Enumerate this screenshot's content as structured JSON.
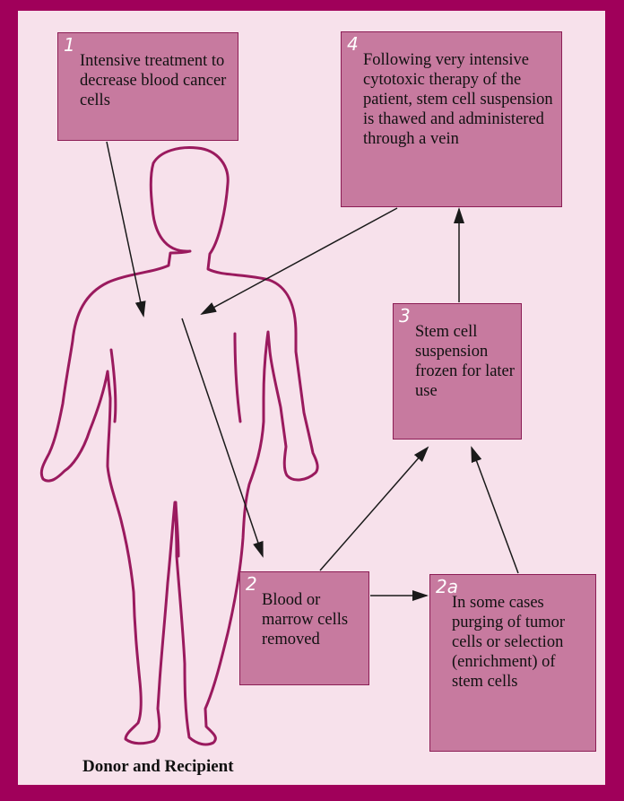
{
  "steps": [
    {
      "num": "1",
      "text": "Intensive treatment to decrease blood cancer cells"
    },
    {
      "num": "4",
      "text": "Following very intensive cytotoxic therapy of the patient, stem cell suspension is thawed and administered through a vein"
    },
    {
      "num": "3",
      "text": "Stem cell suspension frozen for later use"
    },
    {
      "num": "2",
      "text": "Blood or marrow cells removed"
    },
    {
      "num": "2a",
      "text": "In some cases purging of tumor cells or selection (enrichment) of stem cells"
    }
  ],
  "caption": "Donor and Recipient",
  "colors": {
    "frame": "#a0005a",
    "background": "#f7e1eb",
    "box": "#c77a9f",
    "outline": "#9a1a5e"
  }
}
